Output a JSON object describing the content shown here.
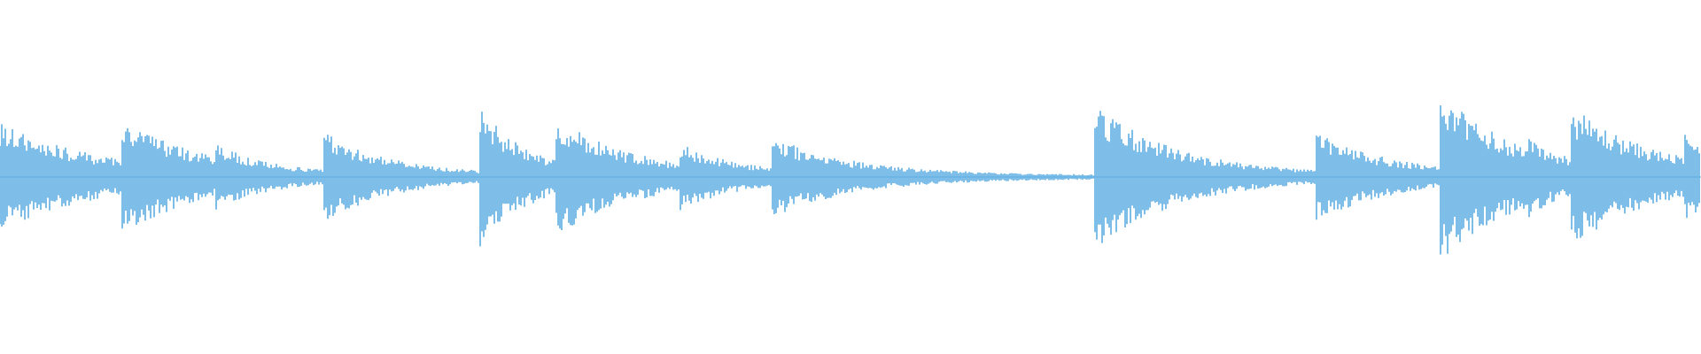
{
  "waveform": {
    "color": "#5DADE2",
    "background": "#FFFFFF",
    "duration_fraction_note": "",
    "onsets": [
      {
        "t": 0.0,
        "amp": 0.3,
        "decay": 0.06
      },
      {
        "t": 0.071,
        "amp": 0.24,
        "decay": 0.045
      },
      {
        "t": 0.127,
        "amp": 0.08,
        "decay": 0.02
      },
      {
        "t": 0.19,
        "amp": 0.22,
        "decay": 0.04
      },
      {
        "t": 0.282,
        "amp": 0.36,
        "decay": 0.03
      },
      {
        "t": 0.327,
        "amp": 0.24,
        "decay": 0.055
      },
      {
        "t": 0.4,
        "amp": 0.11,
        "decay": 0.03
      },
      {
        "t": 0.454,
        "amp": 0.18,
        "decay": 0.05
      },
      {
        "t": 0.643,
        "amp": 0.4,
        "decay": 0.05
      },
      {
        "t": 0.773,
        "amp": 0.22,
        "decay": 0.045
      },
      {
        "t": 0.846,
        "amp": 0.42,
        "decay": 0.05
      },
      {
        "t": 0.897,
        "amp": 0.07,
        "decay": 0.01
      },
      {
        "t": 0.923,
        "amp": 0.3,
        "decay": 0.05
      },
      {
        "t": 0.99,
        "amp": 0.14,
        "decay": 0.02
      }
    ],
    "noise_floor": 0.01
  }
}
